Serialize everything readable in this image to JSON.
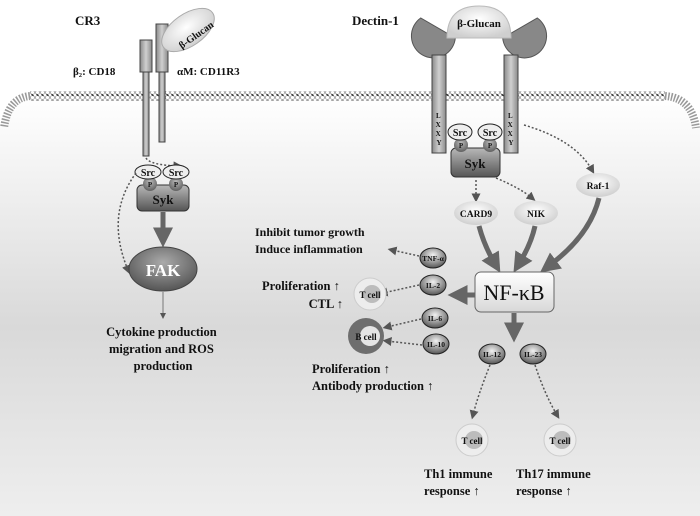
{
  "receptors": {
    "cr3": {
      "title": "CR3",
      "beta_label": "β₂:  CD18",
      "alpha_label": "αM:  CD11R3",
      "ligand": "β-Glucan"
    },
    "dectin1": {
      "title": "Dectin-1",
      "ligand": "β-Glucan",
      "motif_letters": [
        "L",
        "X",
        "X",
        "Y"
      ]
    }
  },
  "kinases": {
    "src": "Src",
    "phospho": "P",
    "syk": "Syk"
  },
  "nodes": {
    "fak": "FAK",
    "card9": "CARD9",
    "nik": "NIK",
    "raf1": "Raf-1",
    "nfkb": "NF-κB",
    "tnf": "TNF-α",
    "il2": "IL-2",
    "il6": "IL-6",
    "il10": "IL-10",
    "il12": "IL-12",
    "il23": "IL-23",
    "tcell": "T cell",
    "bcell": "B cell"
  },
  "outcomes": {
    "fak_out": [
      "Cytokine production",
      "migration and ROS",
      "production"
    ],
    "tnf_out": [
      "Inhibit tumor growth",
      "Induce inflammation"
    ],
    "il2_out": [
      "Proliferation ↑",
      "CTL ↑"
    ],
    "bcell_out": [
      "Proliferation ↑",
      "Antibody production ↑"
    ],
    "th1_out": [
      "Th1 immune",
      "response ↑"
    ],
    "th17_out": [
      "Th17 immune",
      "response ↑"
    ]
  }
}
